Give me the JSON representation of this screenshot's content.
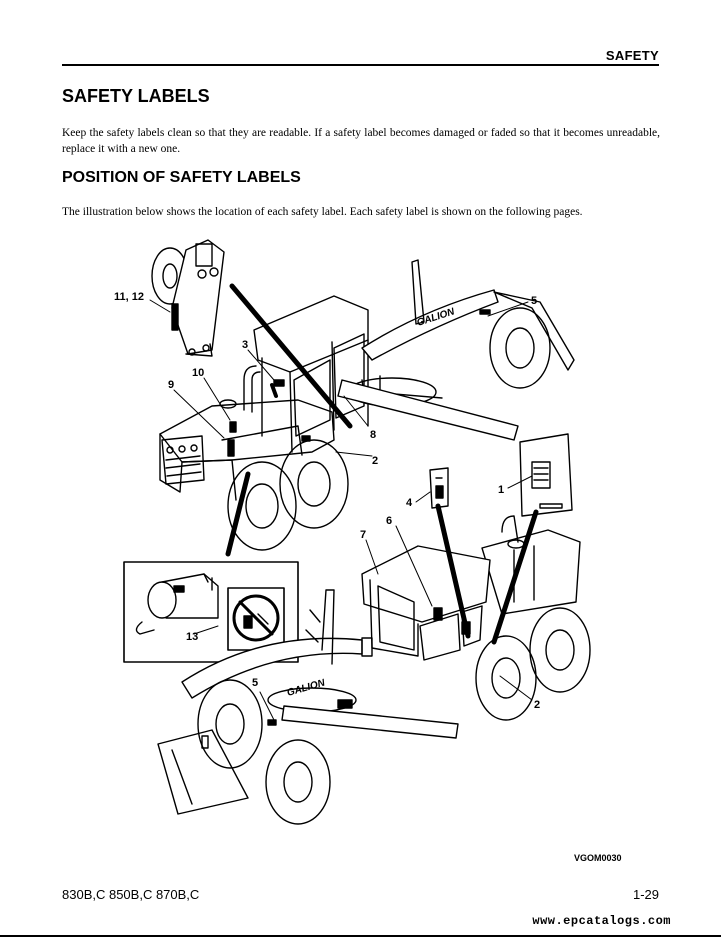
{
  "header": {
    "section": "SAFETY"
  },
  "title": "SAFETY LABELS",
  "intro": "Keep the safety labels clean so that they are readable. If a safety label becomes damaged or faded so that it becomes unreadable, replace it with a new one.",
  "subtitle": "POSITION OF SAFETY LABELS",
  "subintro": "The illustration below shows the location of each safety label. Each safety label is shown on the following pages.",
  "figure": {
    "callouts": [
      "11, 12",
      "5",
      "3",
      "10",
      "9",
      "8",
      "2",
      "1",
      "4",
      "6",
      "7",
      "13",
      "5",
      "2"
    ],
    "brand_label": "GALION",
    "code": "VGOM0030"
  },
  "footer": {
    "models": "830B,C 850B,C 870B,C",
    "page": "1-29"
  },
  "watermark": "www.epcatalogs.com"
}
